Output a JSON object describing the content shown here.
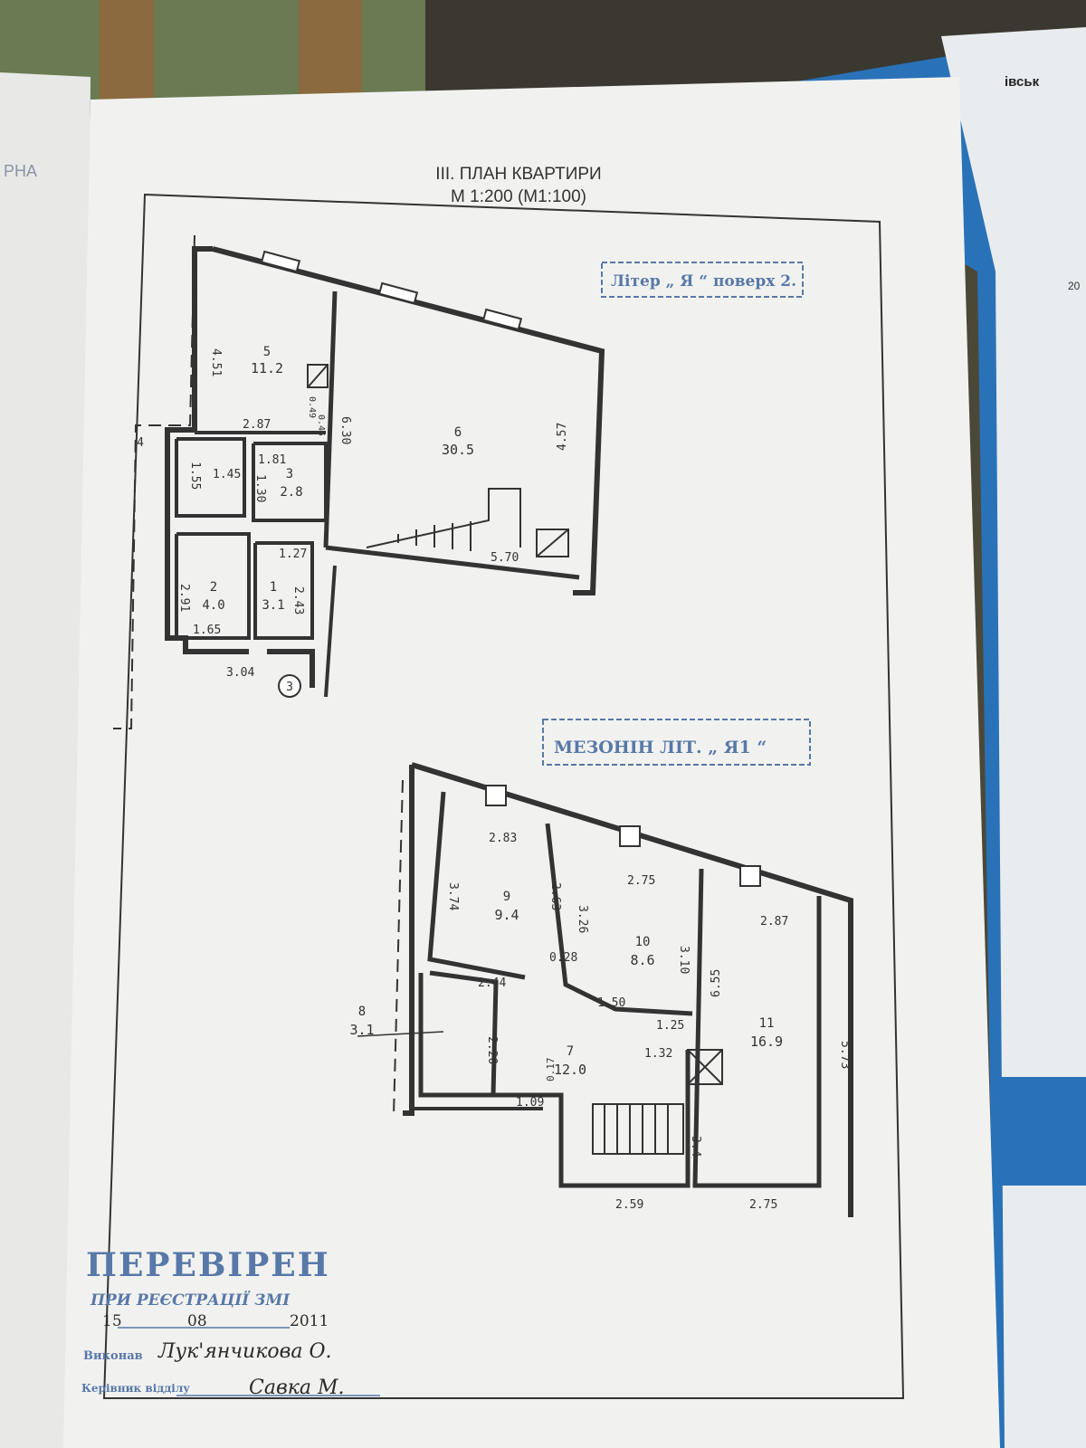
{
  "document": {
    "title": "III. ПЛАН КВАРТИРИ",
    "scale": "М 1:200 (М1:100)"
  },
  "stamps": {
    "floor_label": "Літер „ Я “ поверх 2.",
    "mezzanine_label": "МЕЗОНІН ЛІТ. „ Я1 “",
    "checked": "ПЕРЕВІРЕН",
    "registration": "ПРИ РЕЄСТРАЦІЇ ЗМІ",
    "date_day": "15",
    "date_month": "08",
    "date_year": "2011",
    "performer_label": "Виконав",
    "performer_name": "Лук'янчикова О.",
    "head_label": "Керівник відділу",
    "head_name": "Савка М."
  },
  "edge_text": {
    "left_corner": "РНА",
    "right_corner": "івськ",
    "right_edge": "20"
  },
  "floor2": {
    "rooms": [
      {
        "number": "5",
        "area": "11.2"
      },
      {
        "number": "6",
        "area": "30.5"
      },
      {
        "number": "3",
        "area": "2.8"
      },
      {
        "number": "4",
        "area": "1.55"
      },
      {
        "number": "2",
        "area": "4.0"
      },
      {
        "number": "1",
        "area": "3.1"
      }
    ],
    "dimensions": [
      "4.51",
      "2.87",
      "6.30",
      "4.57",
      "5.70",
      "1.81",
      "1.45",
      "1.30",
      "1.27",
      "2.91",
      "2.43",
      "1.65",
      "3.04",
      "0.49",
      "0.45"
    ],
    "marker": "3"
  },
  "mezzanine": {
    "rooms": [
      {
        "number": "9",
        "area": "9.4"
      },
      {
        "number": "10",
        "area": "8.6"
      },
      {
        "number": "11",
        "area": "16.9"
      },
      {
        "number": "7",
        "area": "12.0"
      },
      {
        "number": "8",
        "area": "3.1"
      }
    ],
    "dimensions": [
      "2.83",
      "2.75",
      "2.87",
      "3.74",
      "2.63",
      "3.26",
      "3.10",
      "0.28",
      "2.44",
      "1.50",
      "1.25",
      "1.32",
      "6.55",
      "5.73",
      "2.20",
      "0.17",
      "1.09",
      "3.4",
      "2.59",
      "2.75"
    ]
  }
}
